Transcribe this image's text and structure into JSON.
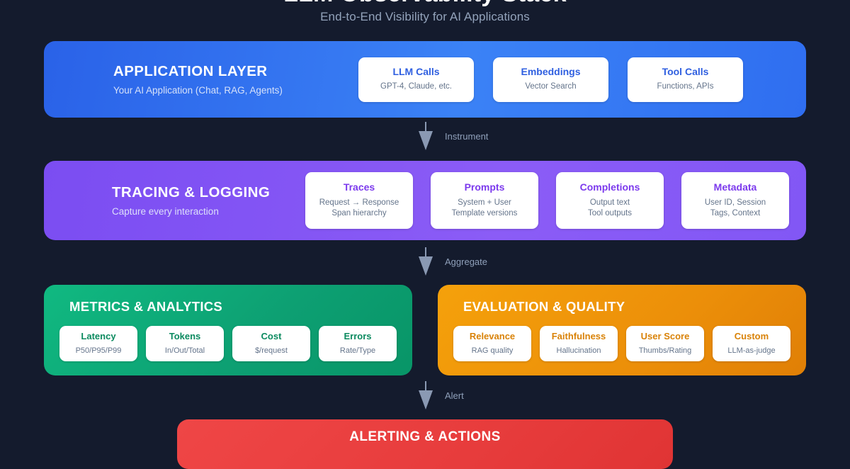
{
  "header": {
    "title": "LLM Observability Stack",
    "subtitle": "End-to-End Visibility for AI Applications"
  },
  "colors": {
    "background": "#141b2d",
    "application": "#3b82f6",
    "tracing": "#8b5cf6",
    "metrics": "#10b981",
    "evaluation": "#f5a10b",
    "alerting": "#ef4444",
    "connector": "#8a99b3"
  },
  "layers": {
    "application": {
      "title": "APPLICATION LAYER",
      "subtitle": "Your AI Application (Chat, RAG, Agents)",
      "cards": [
        {
          "title": "LLM Calls",
          "sub": "GPT-4, Claude, etc."
        },
        {
          "title": "Embeddings",
          "sub": "Vector Search"
        },
        {
          "title": "Tool Calls",
          "sub": "Functions, APIs"
        }
      ]
    },
    "tracing": {
      "title": "TRACING & LOGGING",
      "subtitle": "Capture every interaction",
      "cards": [
        {
          "title": "Traces",
          "sub1": "Request → Response",
          "sub2": "Span hierarchy"
        },
        {
          "title": "Prompts",
          "sub1": "System + User",
          "sub2": "Template versions"
        },
        {
          "title": "Completions",
          "sub1": "Output text",
          "sub2": "Tool outputs"
        },
        {
          "title": "Metadata",
          "sub1": "User ID, Session",
          "sub2": "Tags, Context"
        }
      ]
    },
    "metrics": {
      "title": "METRICS & ANALYTICS",
      "cards": [
        {
          "title": "Latency",
          "sub": "P50/P95/P99"
        },
        {
          "title": "Tokens",
          "sub": "In/Out/Total"
        },
        {
          "title": "Cost",
          "sub": "$/request"
        },
        {
          "title": "Errors",
          "sub": "Rate/Type"
        }
      ]
    },
    "evaluation": {
      "title": "EVALUATION & QUALITY",
      "cards": [
        {
          "title": "Relevance",
          "sub": "RAG quality"
        },
        {
          "title": "Faithfulness",
          "sub": "Hallucination"
        },
        {
          "title": "User Score",
          "sub": "Thumbs/Rating"
        },
        {
          "title": "Custom",
          "sub": "LLM-as-judge"
        }
      ]
    },
    "alerting": {
      "title": "ALERTING & ACTIONS"
    }
  },
  "connectors": [
    {
      "label": "Instrument"
    },
    {
      "label": "Aggregate"
    },
    {
      "label": "Alert"
    }
  ]
}
